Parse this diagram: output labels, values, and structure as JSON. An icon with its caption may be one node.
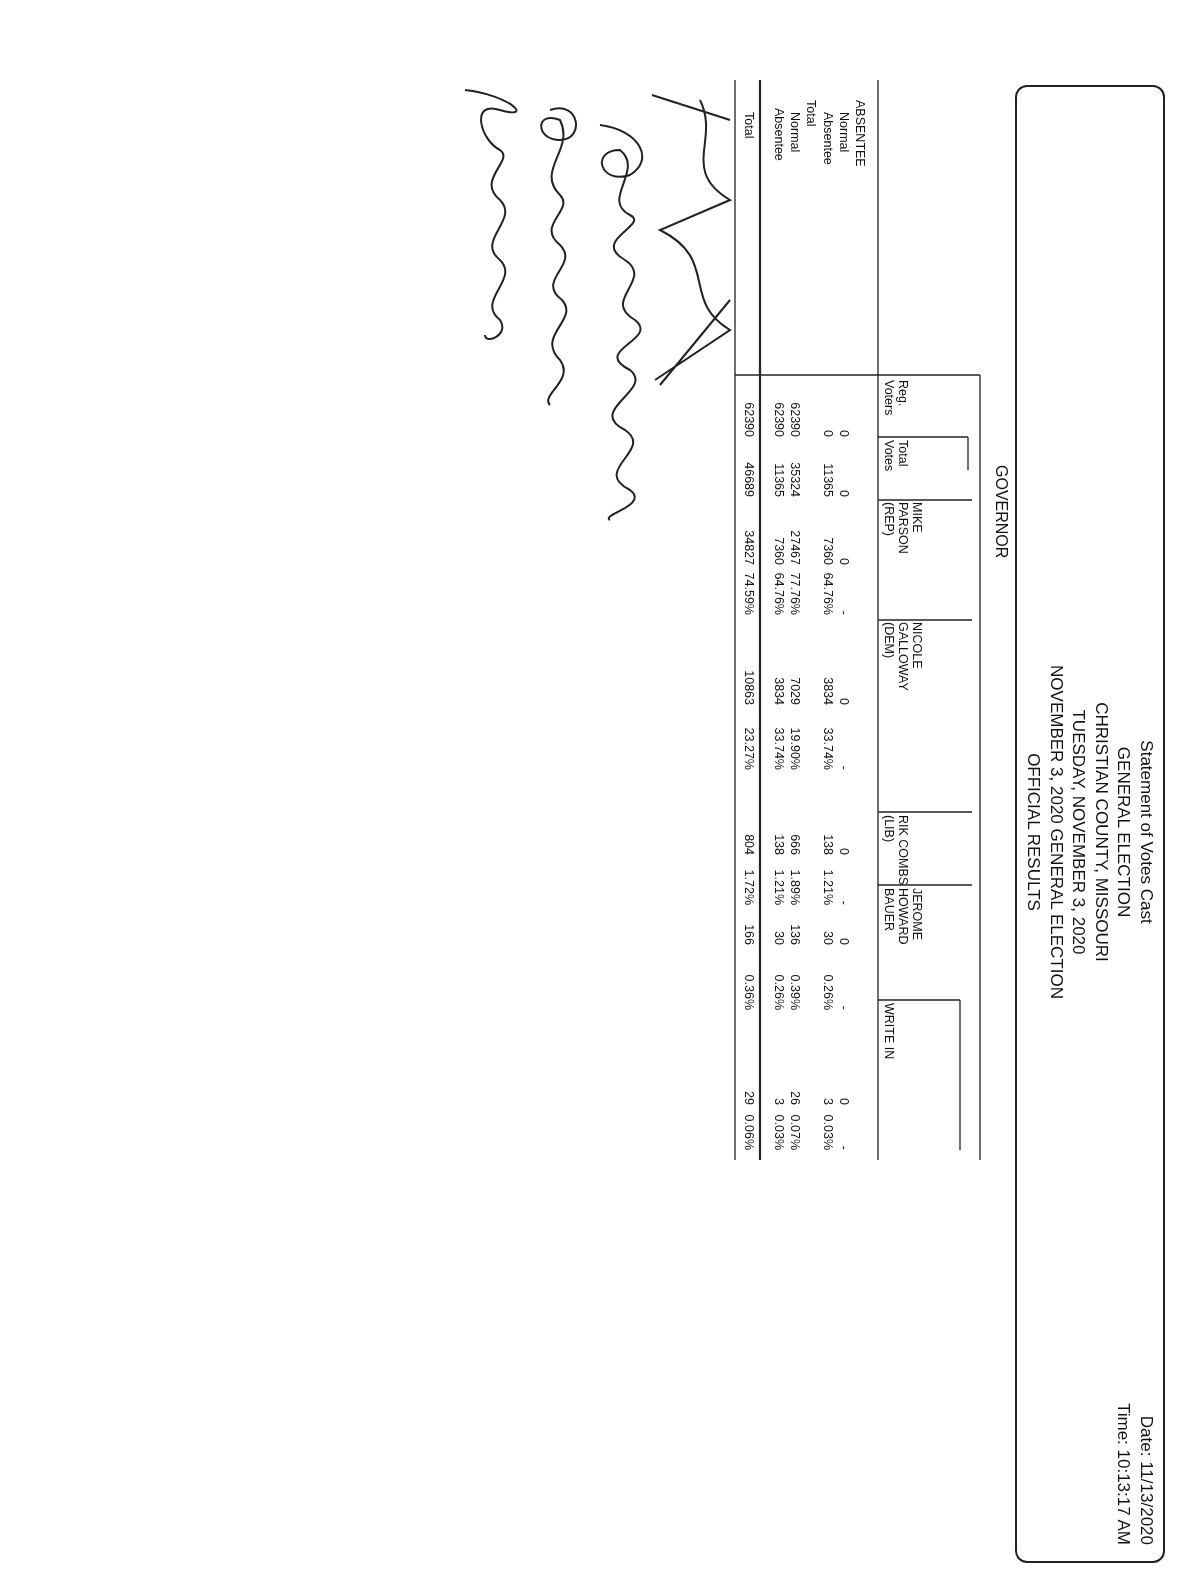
{
  "diagram": {
    "nodes": [
      {
        "text": [
          "Statement of Votes Cast",
          "GENERAL ELECTION",
          "CHRISTIAN COUNTY, MISSOURI",
          "TUESDAY, NOVEMBER 3, 2020",
          "NOVEMBER 3, 2020 GENERAL ELECTION",
          "OFFICIAL RESULTS",
          "Date: 11/13/2020",
          "Time: 10:13:17 AM"
        ]
      }
    ],
    "edges": [],
    "labels": [
      "GOVERNOR",
      "Reg. Voters",
      "Total Votes",
      "MIKE PARSON (REP)",
      "NICOLE GALLOWAY (DEM)",
      "RIK COMBS (LIB)",
      "JEROME HOWARD BAUER",
      "WRITE IN",
      "ABSENTEE",
      "Normal",
      "0",
      "0",
      "0",
      "-",
      "0",
      "-",
      "0",
      "-",
      "0",
      "-",
      "0",
      "-",
      "Absentee",
      "0",
      "11365",
      "7360",
      "64.76%",
      "3834",
      "33.74%",
      "138",
      "1.21%",
      "30",
      "0.26%",
      "3",
      "0.03%",
      "Total",
      "Normal",
      "62390",
      "35324",
      "27467",
      "77.76%",
      "7029",
      "19.90%",
      "666",
      "1.89%",
      "136",
      "0.39%",
      "26",
      "0.07%",
      "Absentee",
      "62390",
      "11365",
      "7360",
      "64.76%",
      "3834",
      "33.74%",
      "138",
      "1.21%",
      "30",
      "0.26%",
      "3",
      "0.03%",
      "Total",
      "62390",
      "46689",
      "34827",
      "74.59%",
      "10863",
      "23.27%",
      "804",
      "1.72%",
      "166",
      "0.36%",
      "29",
      "0.06%"
    ]
  }
}
